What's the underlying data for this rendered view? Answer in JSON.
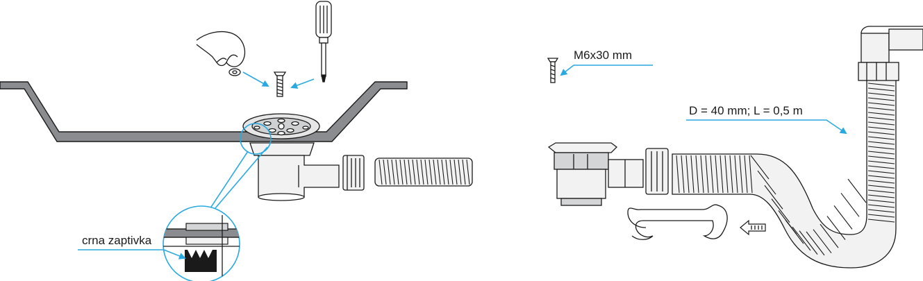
{
  "labels": {
    "gasket": "crna zaptivka",
    "screw": "M6x30 mm",
    "hose": "D = 40 mm; L = 0,5 m"
  },
  "colors": {
    "leader": "#29a9e1",
    "sink": "#8a8c8f",
    "ink": "#1a1a1a",
    "background": "#ffffff"
  },
  "icons": [
    "hand-icon",
    "screwdriver-icon",
    "screw-icon",
    "clip-icon",
    "direction-arrow-icon"
  ]
}
